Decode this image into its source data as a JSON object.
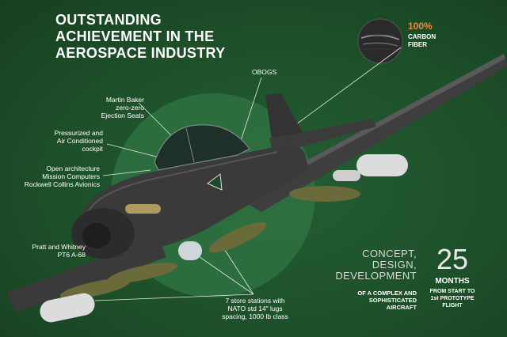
{
  "headline": {
    "line1": "OUTSTANDING",
    "line2": "ACHIEVEMENT IN THE",
    "line3": "AEROSPACE INDUSTRY"
  },
  "carbon": {
    "percent": "100%",
    "line1": "CARBON",
    "line2": "FIBER"
  },
  "callouts": {
    "obogs": "OBOGS",
    "ejection_line1": "Martin Baker",
    "ejection_line2": "zero-zero",
    "ejection_line3": "Ejection Seats",
    "cockpit_line1": "Pressurized and",
    "cockpit_line2": "Air Conditioned",
    "cockpit_line3": "cockpit",
    "avionics_line1": "Open architecture",
    "avionics_line2": "Mission Computers",
    "avionics_line3": "Rockwell Collins Avionics",
    "engine_line1": "Pratt and Whitney",
    "engine_line2": "PT6 A-68",
    "stores_line1": "7 store stations with",
    "stores_line2": "NATO std 14\" lugs",
    "stores_line3": "spacing, 1000 lb class"
  },
  "concept": {
    "line1": "CONCEPT,",
    "line2": "DESIGN,",
    "line3": "DEVELOPMENT",
    "sub1": "OF A COMPLEX AND",
    "sub2": "SOPHISTICATED",
    "sub3": "AIRCRAFT"
  },
  "months": {
    "number": "25",
    "label": "MONTHS",
    "sub1": "FROM START TO",
    "sub2": "1st PROTOTYPE",
    "sub3": "FLIGHT"
  },
  "colors": {
    "background": "#1c4f2a",
    "accent": "#f08a3b",
    "halo": "#2e7040"
  }
}
